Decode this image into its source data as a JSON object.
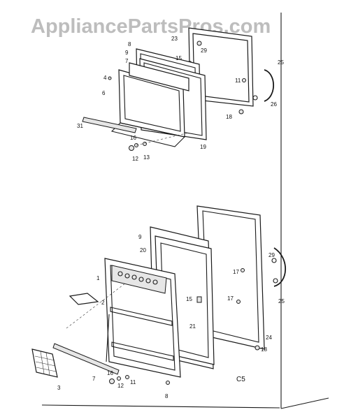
{
  "watermark": "AppliancePartsPros.com",
  "section_code": "C5",
  "callouts_upper": [
    {
      "id": "u23",
      "text": "23"
    },
    {
      "id": "u29",
      "text": "29"
    },
    {
      "id": "u15",
      "text": "15"
    },
    {
      "id": "u8",
      "text": "8"
    },
    {
      "id": "u9",
      "text": "9"
    },
    {
      "id": "u7",
      "text": "7"
    },
    {
      "id": "u4",
      "text": "4"
    },
    {
      "id": "u6",
      "text": "6"
    },
    {
      "id": "u25",
      "text": "25"
    },
    {
      "id": "u11",
      "text": "11"
    },
    {
      "id": "u26",
      "text": "26"
    },
    {
      "id": "u18",
      "text": "18"
    },
    {
      "id": "u19",
      "text": "19"
    },
    {
      "id": "u31",
      "text": "31"
    },
    {
      "id": "u16",
      "text": "16"
    },
    {
      "id": "u12",
      "text": "12"
    },
    {
      "id": "u13",
      "text": "13"
    }
  ],
  "callouts_lower": [
    {
      "id": "l9",
      "text": "9"
    },
    {
      "id": "l20",
      "text": "20"
    },
    {
      "id": "l1",
      "text": "1"
    },
    {
      "id": "l2",
      "text": "2"
    },
    {
      "id": "l3",
      "text": "3"
    },
    {
      "id": "l7",
      "text": "7"
    },
    {
      "id": "l16",
      "text": "16"
    },
    {
      "id": "l12",
      "text": "12"
    },
    {
      "id": "l11",
      "text": "11"
    },
    {
      "id": "l8",
      "text": "8"
    },
    {
      "id": "l29",
      "text": "29"
    },
    {
      "id": "l15",
      "text": "15"
    },
    {
      "id": "l17a",
      "text": "17"
    },
    {
      "id": "l17b",
      "text": "17"
    },
    {
      "id": "l21",
      "text": "21"
    },
    {
      "id": "l25",
      "text": "25"
    },
    {
      "id": "l24",
      "text": "24"
    },
    {
      "id": "l18",
      "text": "18"
    }
  ]
}
